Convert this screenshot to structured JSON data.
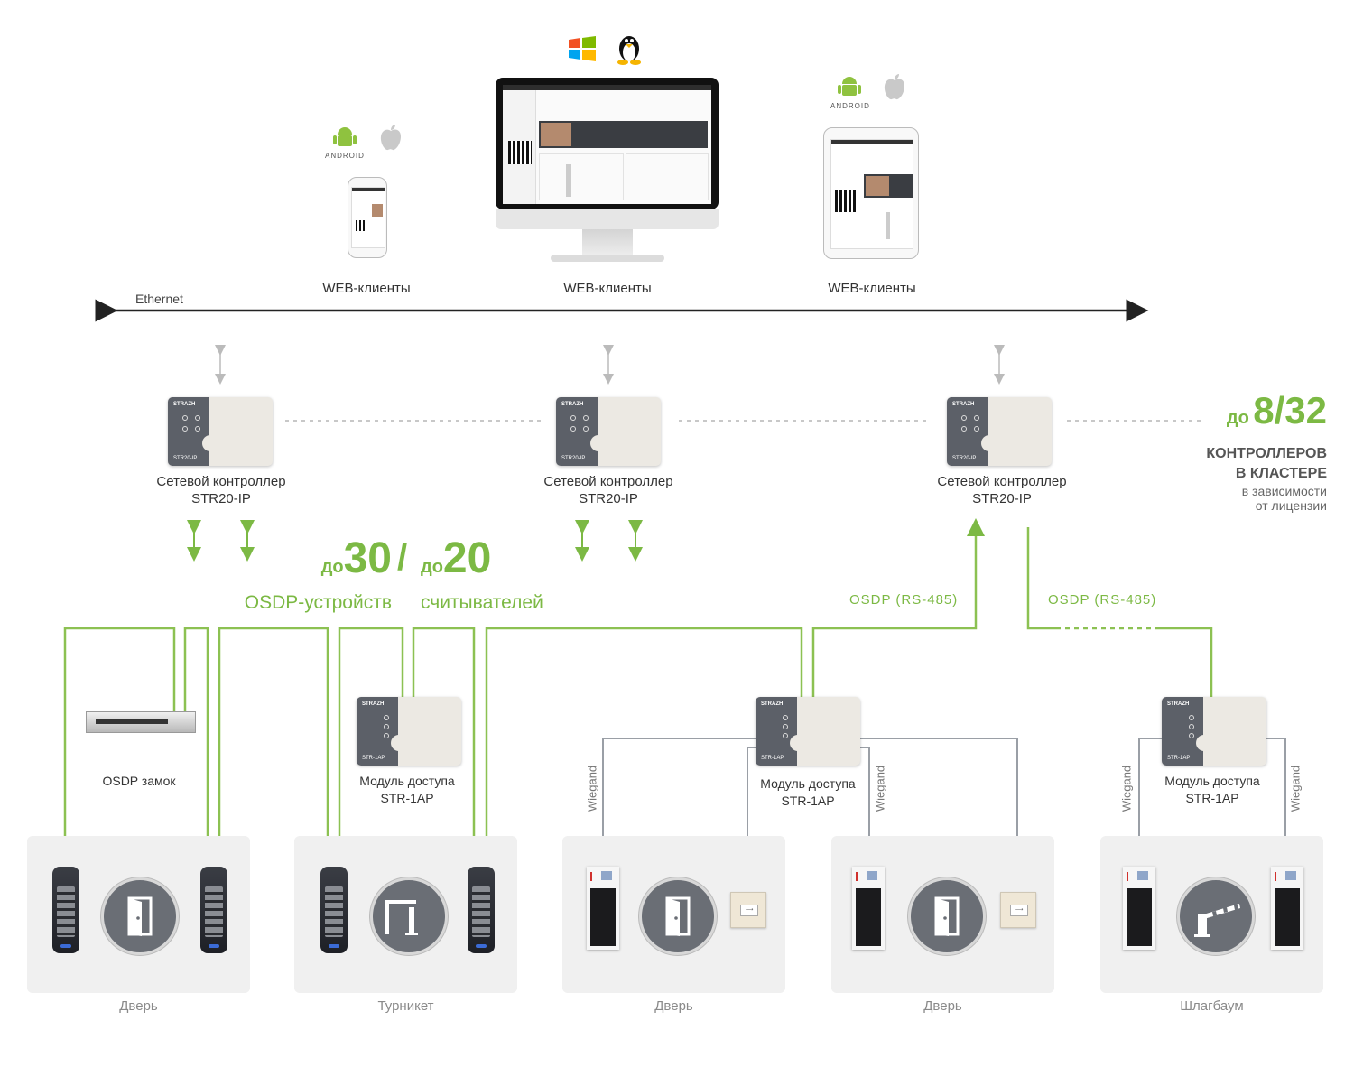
{
  "network": {
    "ethernet": "Ethernet"
  },
  "clients": {
    "phone_label": "WEB-клиенты",
    "desktop_label": "WEB-клиенты",
    "tablet_label": "WEB-клиенты",
    "android_text": "ANDROID"
  },
  "controllers": {
    "c1_line1": "Сетевой контроллер",
    "c1_line2": "STR20-IP",
    "c2_line1": "Сетевой контроллер",
    "c2_line2": "STR20-IP",
    "c3_line1": "Сетевой контроллер",
    "c3_line2": "STR20-IP",
    "brand": "STRAZH",
    "model": "STR20-IP"
  },
  "cluster": {
    "prefix": "до",
    "number": "8/32",
    "line1": "КОНТРОЛЛЕРОВ",
    "line2": "В КЛАСТЕРЕ",
    "line3": "в зависимости",
    "line4": "от лицензии"
  },
  "capacity": {
    "osdp_prefix": "до",
    "osdp_number": "30",
    "slash": "/",
    "osdp_text": "OSDP-устройств",
    "readers_prefix": "до",
    "readers_number": "20",
    "readers_text": "считывателей"
  },
  "bus": {
    "left_label": "OSDP (RS-485)",
    "right_label": "OSDP (RS-485)"
  },
  "modules": {
    "lock_label": "OSDP замок",
    "m1_line1": "Модуль доступа",
    "m1_line2": "STR-1AP",
    "m2_line1": "Модуль доступа",
    "m2_line2": "STR-1AP",
    "m3_line1": "Модуль доступа",
    "m3_line2": "STR-1AP",
    "model": "STR-1AP"
  },
  "wiegand": {
    "w1": "Wiegand",
    "w2": "Wiegand",
    "w3": "Wiegand",
    "w4": "Wiegand"
  },
  "zones": {
    "z1": "Дверь",
    "z2": "Турникет",
    "z3": "Дверь",
    "z4": "Дверь",
    "z5": "Шлагбаум"
  },
  "colors": {
    "accent": "#7cb944",
    "wire_green": "#8cc152",
    "wire_grey": "#9a9fa6",
    "device_dark": "#5c6068"
  }
}
